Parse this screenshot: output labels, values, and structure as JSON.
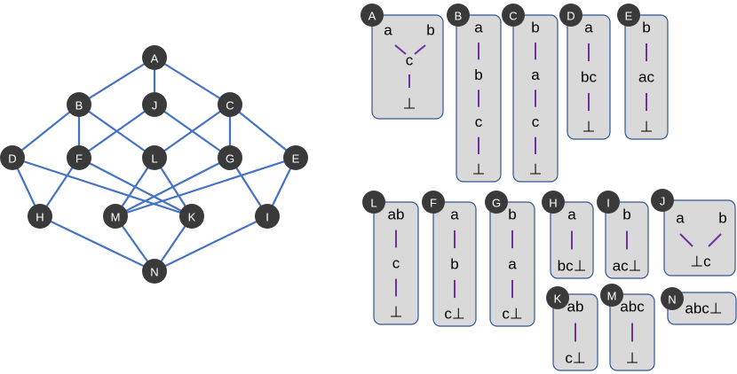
{
  "lattice": {
    "edge_color": "#4472C4",
    "node_color": "#3a3a3a",
    "nodes": [
      "A",
      "B",
      "J",
      "C",
      "D",
      "F",
      "L",
      "G",
      "E",
      "H",
      "M",
      "K",
      "I",
      "N"
    ],
    "edges": [
      [
        "A",
        "B"
      ],
      [
        "A",
        "J"
      ],
      [
        "A",
        "C"
      ],
      [
        "B",
        "D"
      ],
      [
        "B",
        "F"
      ],
      [
        "B",
        "L"
      ],
      [
        "J",
        "F"
      ],
      [
        "J",
        "G"
      ],
      [
        "C",
        "L"
      ],
      [
        "C",
        "G"
      ],
      [
        "C",
        "E"
      ],
      [
        "D",
        "H"
      ],
      [
        "D",
        "K"
      ],
      [
        "F",
        "H"
      ],
      [
        "F",
        "K"
      ],
      [
        "L",
        "M"
      ],
      [
        "L",
        "K"
      ],
      [
        "G",
        "M"
      ],
      [
        "G",
        "I"
      ],
      [
        "E",
        "M"
      ],
      [
        "E",
        "I"
      ],
      [
        "H",
        "N"
      ],
      [
        "M",
        "N"
      ],
      [
        "K",
        "N"
      ],
      [
        "I",
        "N"
      ]
    ]
  },
  "cards": {
    "box_color": "#d9d9d9",
    "border_color": "#2F5597",
    "edge_color": "#7030A0",
    "A": {
      "id": "A",
      "top_left": "a",
      "top_right": "b",
      "middle": "c",
      "bottom": "⊥"
    },
    "J": {
      "id": "J",
      "top_left": "a",
      "top_right": "b",
      "bottom": "⊥c"
    },
    "chains": [
      {
        "id": "B",
        "items": [
          "a",
          "b",
          "c",
          "⊥"
        ]
      },
      {
        "id": "C",
        "items": [
          "b",
          "a",
          "c",
          "⊥"
        ]
      },
      {
        "id": "D",
        "items": [
          "a",
          "bc",
          "⊥"
        ]
      },
      {
        "id": "E",
        "items": [
          "b",
          "ac",
          "⊥"
        ]
      },
      {
        "id": "L",
        "items": [
          "ab",
          "c",
          "⊥"
        ]
      },
      {
        "id": "F",
        "items": [
          "a",
          "b",
          "c⊥"
        ]
      },
      {
        "id": "G",
        "items": [
          "b",
          "a",
          "c⊥"
        ]
      },
      {
        "id": "H",
        "items": [
          "a",
          "bc⊥"
        ]
      },
      {
        "id": "I",
        "items": [
          "b",
          "ac⊥"
        ]
      },
      {
        "id": "K",
        "items": [
          "ab",
          "c⊥"
        ]
      },
      {
        "id": "M",
        "items": [
          "abc",
          "⊥"
        ]
      },
      {
        "id": "N",
        "items": [
          "abc⊥"
        ]
      }
    ]
  }
}
